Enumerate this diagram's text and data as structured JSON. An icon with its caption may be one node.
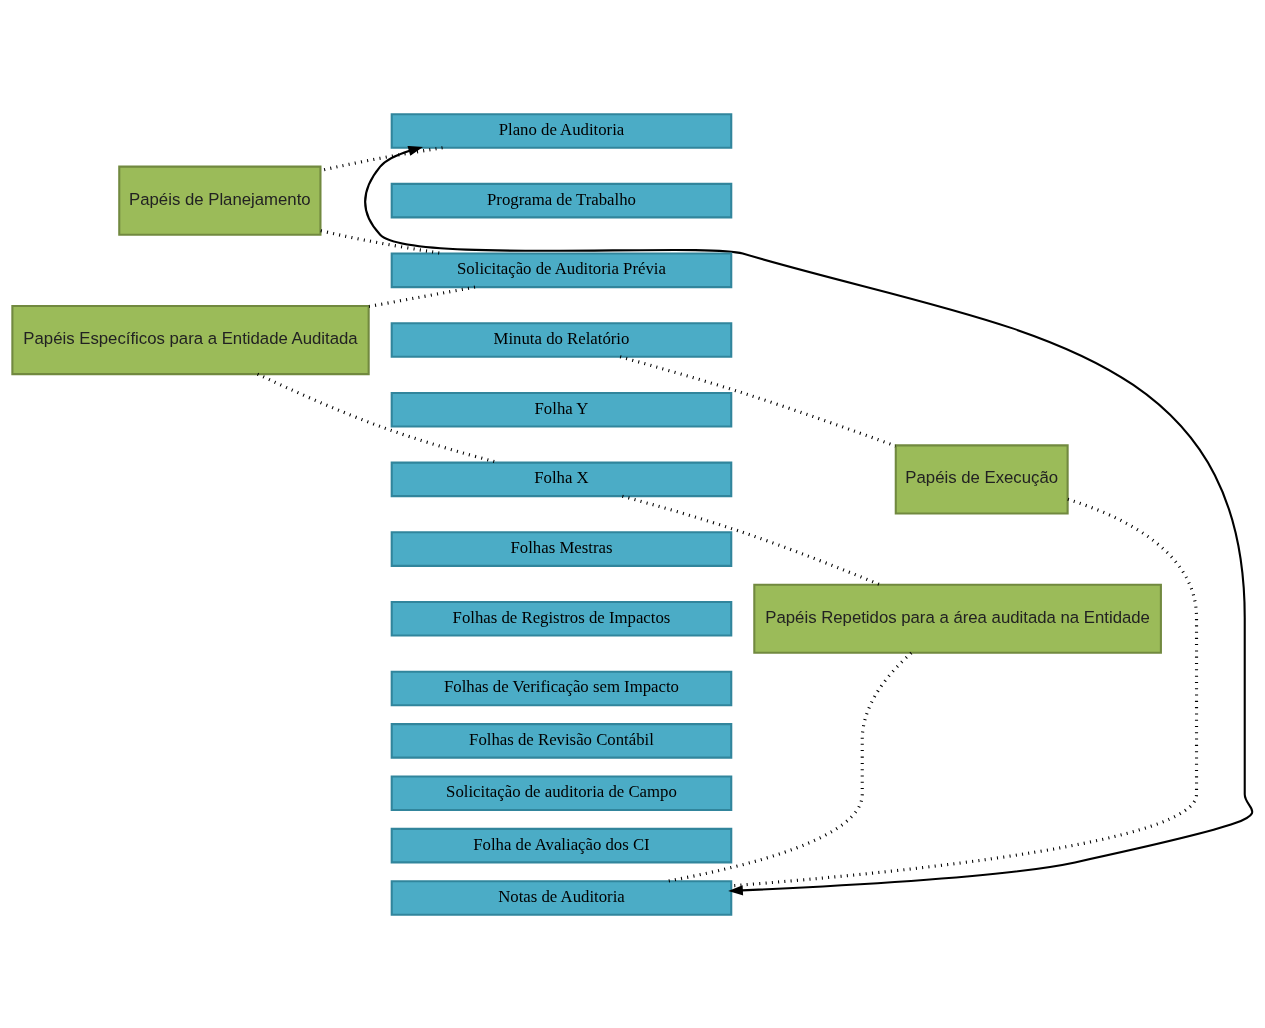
{
  "diagram": {
    "nodes": [
      {
        "text": [
          "Plano de Auditoria"
        ]
      },
      {
        "text": [
          "Programa de Trabalho"
        ]
      },
      {
        "text": [
          "Solicitação de Auditoria Prévia"
        ]
      },
      {
        "text": [
          "Minuta do Relatório"
        ]
      },
      {
        "text": [
          "Folha Y"
        ]
      },
      {
        "text": [
          "Folha X"
        ]
      },
      {
        "text": [
          "Folhas Mestras"
        ]
      },
      {
        "text": [
          "Folhas de Registros de Impactos"
        ]
      },
      {
        "text": [
          "Folhas de Verificação sem Impacto"
        ]
      },
      {
        "text": [
          "Folhas de Revisão Contábil"
        ]
      },
      {
        "text": [
          "Solicitação de auditoria de Campo"
        ]
      },
      {
        "text": [
          "Folha de Avaliação dos CI"
        ]
      },
      {
        "text": [
          "Notas de Auditoria"
        ]
      },
      {
        "text": [
          "Papéis de Planejamento"
        ]
      },
      {
        "text": [
          "Papéis Específicos para a Entidade Auditada"
        ]
      },
      {
        "text": [
          "Papéis de Execução"
        ]
      },
      {
        "text": [
          "Papéis Repetidos para a área auditada na Entidade"
        ]
      }
    ],
    "edges": [
      {
        "from": 0,
        "to": 12,
        "arrow": "both"
      },
      {
        "from": 0,
        "to": 13,
        "arrow": "none",
        "style": "dashed"
      },
      {
        "from": 13,
        "to": 2,
        "arrow": "none",
        "style": "dashed"
      },
      {
        "from": 2,
        "to": 14,
        "arrow": "none",
        "style": "dashed"
      },
      {
        "from": 14,
        "to": 5,
        "arrow": "none",
        "style": "dashed"
      },
      {
        "from": 3,
        "to": 15,
        "arrow": "none",
        "style": "dashed"
      },
      {
        "from": 15,
        "to": 12,
        "arrow": "none",
        "style": "dashed"
      },
      {
        "from": 5,
        "to": 16,
        "arrow": "none",
        "style": "dashed"
      },
      {
        "from": 16,
        "to": 12,
        "arrow": "none",
        "style": "dashed"
      }
    ]
  }
}
